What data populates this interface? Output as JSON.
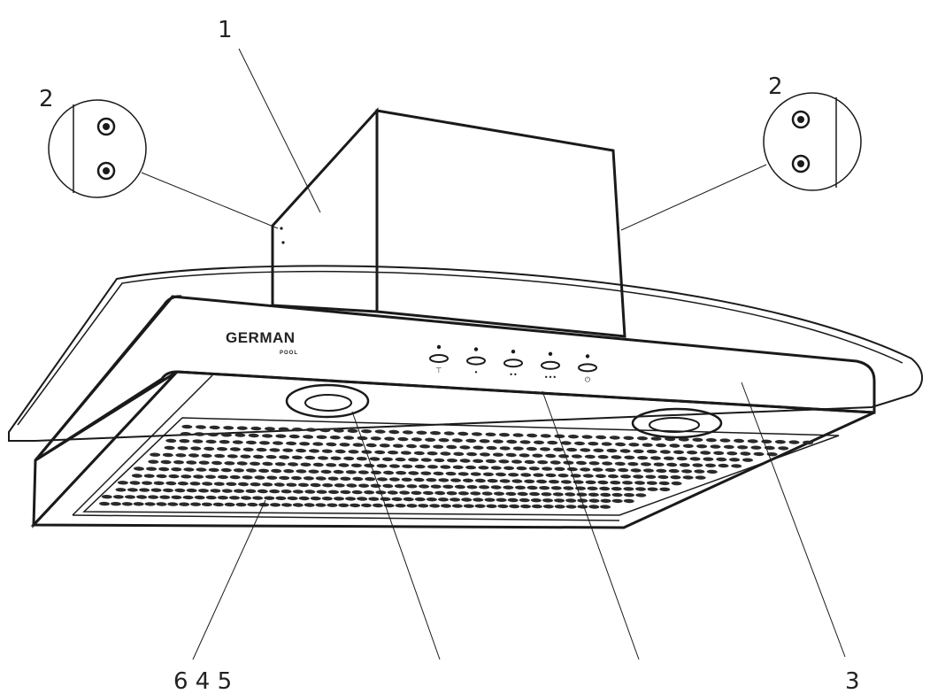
{
  "diagram": {
    "brand": {
      "name": "GERMAN",
      "sub": "POOL"
    },
    "callouts": [
      {
        "id": "1",
        "label": "1"
      },
      {
        "id": "2-left",
        "label": "2"
      },
      {
        "id": "2-right",
        "label": "2"
      },
      {
        "id": "3",
        "label": "3"
      },
      {
        "id": "group",
        "label": "6 4 5"
      }
    ],
    "control_panel": {
      "buttons": [
        {
          "name": "light",
          "symbol": "⊤"
        },
        {
          "name": "speed-low",
          "symbol": "•"
        },
        {
          "name": "speed-mid",
          "symbol": "••"
        },
        {
          "name": "speed-high",
          "symbol": "•••"
        },
        {
          "name": "power",
          "symbol": "⏻"
        }
      ]
    },
    "colors": {
      "stroke": "#1a1a1a",
      "fill": "#ffffff"
    }
  }
}
